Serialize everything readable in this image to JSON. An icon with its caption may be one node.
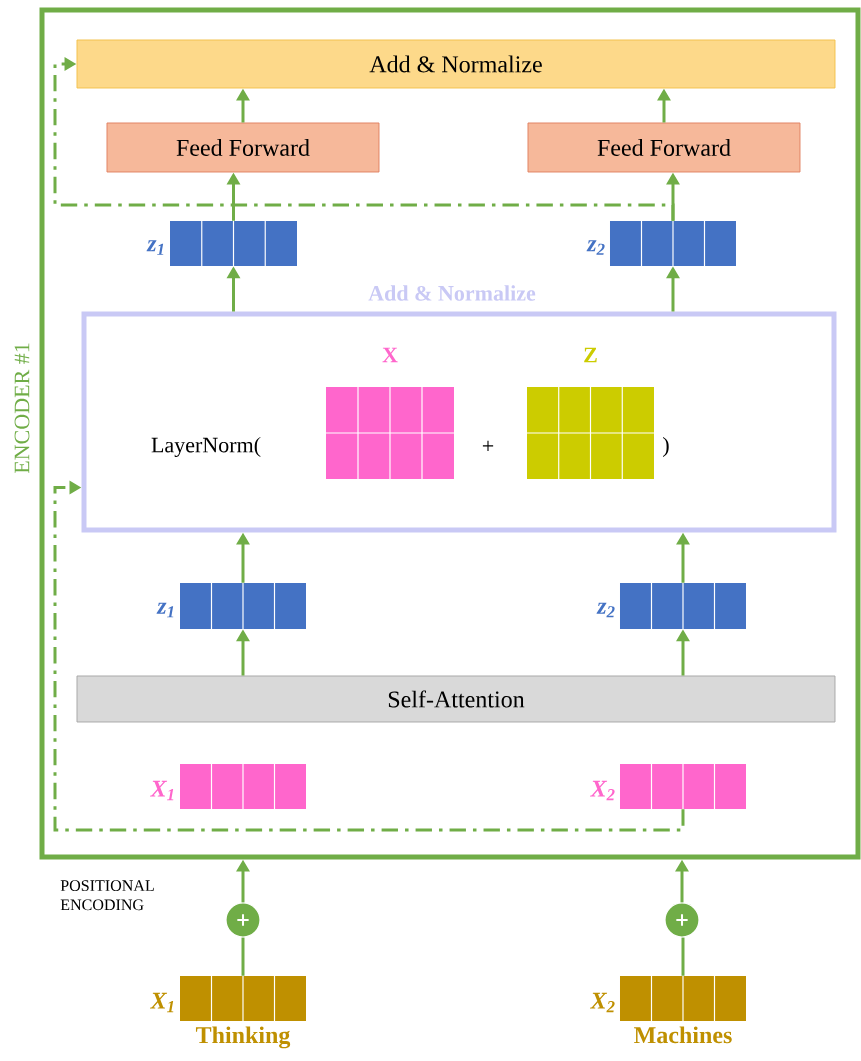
{
  "diagram": {
    "nodes": [
      {
        "text": [
          "ENCODER #1"
        ]
      },
      {
        "text": [
          "Add & Normalize"
        ],
        "in": 0
      },
      {
        "text": [
          "Feed Forward"
        ],
        "in": 0
      },
      {
        "text": [
          "Feed Forward"
        ],
        "in": 0
      },
      {
        "text": [
          "z$_{1}$"
        ],
        "in": 0
      },
      {
        "text": [
          "z$_{2}$"
        ],
        "in": 0
      },
      {
        "text": [
          "Add & Normalize",
          "LayerNorm(",
          "+",
          ")"
        ],
        "in": 0
      },
      {
        "text": [
          "X"
        ],
        "in": 6
      },
      {
        "text": [
          "Z"
        ],
        "in": 6
      },
      {
        "text": [
          "z$_{1}$"
        ],
        "in": 0
      },
      {
        "text": [
          "z$_{2}$"
        ],
        "in": 0
      },
      {
        "text": [
          "Self-Attention"
        ],
        "in": 0
      },
      {
        "text": [
          "X$_{1}$"
        ],
        "in": 0
      },
      {
        "text": [
          "X$_{2}$"
        ],
        "in": 0
      },
      {
        "text": [
          "+"
        ]
      },
      {
        "text": [
          "+"
        ]
      },
      {
        "text": [
          "X$_{1}$"
        ],
        "beside": [
          "Thinking"
        ]
      },
      {
        "text": [
          "X$_{2}$"
        ],
        "beside": [
          "Machines"
        ]
      }
    ],
    "edges": [
      {
        "from": 16,
        "to": 14,
        "arrow": "none"
      },
      {
        "from": 17,
        "to": 15,
        "arrow": "none"
      },
      {
        "from": 14,
        "to": 0,
        "arrow": "to"
      },
      {
        "from": 15,
        "to": 0,
        "arrow": "to"
      },
      {
        "from": 11,
        "to": 9,
        "arrow": "to"
      },
      {
        "from": 11,
        "to": 10,
        "arrow": "to"
      },
      {
        "from": 9,
        "to": 6,
        "arrow": "to"
      },
      {
        "from": 10,
        "to": 6,
        "arrow": "to"
      },
      {
        "from": 6,
        "to": 4,
        "arrow": "to"
      },
      {
        "from": 6,
        "to": 5,
        "arrow": "to"
      },
      {
        "from": 4,
        "to": 2,
        "arrow": "to"
      },
      {
        "from": 5,
        "to": 3,
        "arrow": "to"
      },
      {
        "from": 2,
        "to": 1,
        "arrow": "to"
      },
      {
        "from": 3,
        "to": 1,
        "arrow": "to"
      },
      {
        "from": 13,
        "to": 6,
        "arrow": "to",
        "style": "dashed"
      },
      {
        "from": 5,
        "to": 1,
        "arrow": "to",
        "style": "dashed"
      }
    ],
    "labels": [
      "POSITIONAL ENCODING"
    ]
  }
}
